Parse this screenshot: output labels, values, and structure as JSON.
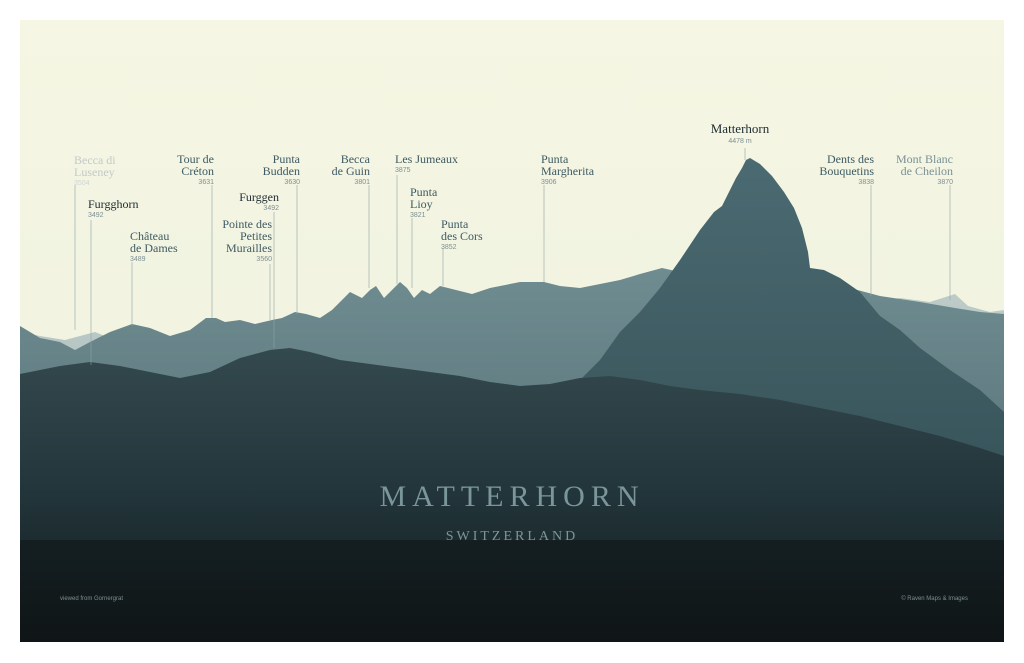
{
  "poster": {
    "title": "MATTERHORN",
    "subtitle": "SWITZERLAND",
    "viewpoint": "viewed from Gornergrat",
    "credit": "© Raven Maps & Images"
  },
  "peaks": [
    {
      "id": "becca-di-luseney",
      "name": "Becca di\nLuseney",
      "elevation": "3504"
    },
    {
      "id": "furgghorn",
      "name": "Furgghorn",
      "elevation": "3492"
    },
    {
      "id": "chateau-de-dames",
      "name": "Château\nde Dames",
      "elevation": "3489"
    },
    {
      "id": "tour-de-creton",
      "name": "Tour de\nCréton",
      "elevation": "3631"
    },
    {
      "id": "furggen",
      "name": "Furggen",
      "elevation": "3492"
    },
    {
      "id": "pointe-des-petites-murailles",
      "name": "Pointe des\nPetites\nMurailles",
      "elevation": "3560"
    },
    {
      "id": "punta-budden",
      "name": "Punta\nBudden",
      "elevation": "3630"
    },
    {
      "id": "becca-de-guin",
      "name": "Becca\nde Guin",
      "elevation": "3801"
    },
    {
      "id": "les-jumeaux",
      "name": "Les Jumeaux",
      "elevation": "3875"
    },
    {
      "id": "punta-lioy",
      "name": "Punta\nLioy",
      "elevation": "3821"
    },
    {
      "id": "punta-des-cors",
      "name": "Punta\ndes Cors",
      "elevation": "3852"
    },
    {
      "id": "punta-margherita",
      "name": "Punta\nMargherita",
      "elevation": "3906"
    },
    {
      "id": "matterhorn",
      "name": "Matterhorn",
      "elevation": "4478 m"
    },
    {
      "id": "dents-des-bouquetins",
      "name": "Dents des\nBouquetins",
      "elevation": "3838"
    },
    {
      "id": "mont-blanc-de-cheilon",
      "name": "Mont Blanc\nde Cheilon",
      "elevation": "3870"
    }
  ],
  "colors": {
    "sky_top": "#f5f6e4",
    "sky_bottom": "#f2f4e2",
    "ridge_far": "#9fb3b5",
    "ridge_mid": "#5e7b81",
    "matterhorn": "#3f5e65",
    "foreground": "#2a3e43",
    "valley": "#13191b"
  }
}
